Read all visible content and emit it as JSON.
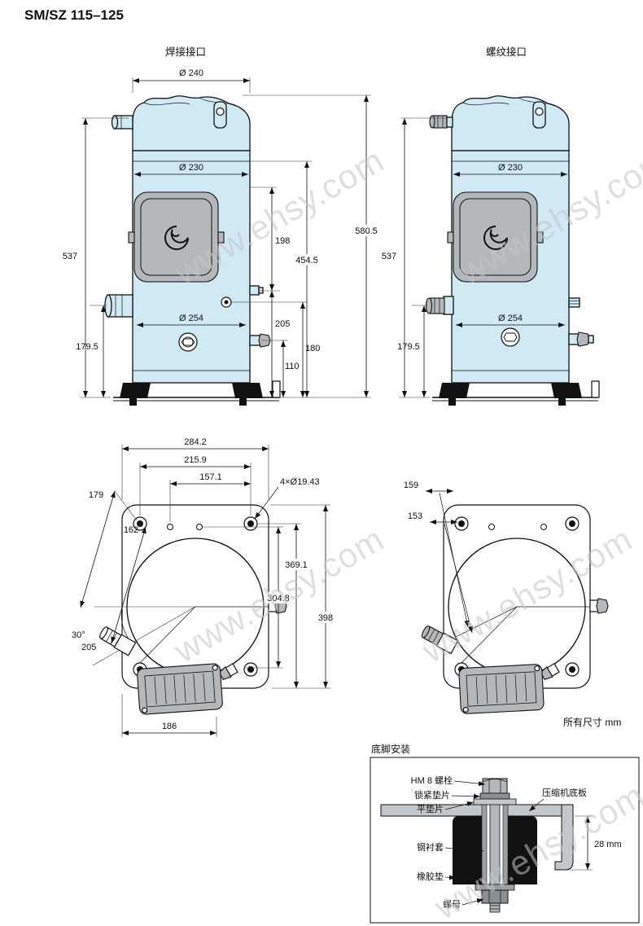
{
  "page": {
    "title": "SM/SZ 115–125",
    "units_note": "所有尺寸 mm",
    "watermark": "www.ehsy.com"
  },
  "colors": {
    "body_fill": "#cfe9f5",
    "metal_fill": "#b4b8bb",
    "line": "#111111",
    "watermark": "#c6c6c6"
  },
  "front": {
    "weld_label": "焊接接口",
    "thread_label": "螺纹接口",
    "dia_top": "Ø 240",
    "dia_body": "Ø 230",
    "dia_lower": "Ø 254",
    "total_height": "580.5",
    "body_height": "537",
    "mid_height": "454.5",
    "port_height_a": "198",
    "port_height_b": "205",
    "port_height_c": "180",
    "port_height_d": "110",
    "suction_height": "179.5"
  },
  "footprint": {
    "width_overall": "284.2",
    "width_holes": "215.9",
    "width_inner": "157.1",
    "holes_note": "4×Ø19.43",
    "diag_a": "179",
    "diag_b": "162",
    "height_holes": "369.1",
    "height_inner": "304.8",
    "height_overall": "398",
    "angle": "30°",
    "diag_port": "205",
    "box_width": "186",
    "right_diag_a": "159",
    "right_diag_b": "153"
  },
  "mounting": {
    "title": "底脚安装",
    "bolt": "HM 8 螺栓",
    "lock_washer": "锁紧垫片",
    "flat_washer": "平垫片",
    "base_plate": "压缩机底板",
    "sleeve": "钢衬套",
    "rubber_pad": "橡胶垫",
    "nut": "螺母",
    "gap": "28 mm"
  }
}
